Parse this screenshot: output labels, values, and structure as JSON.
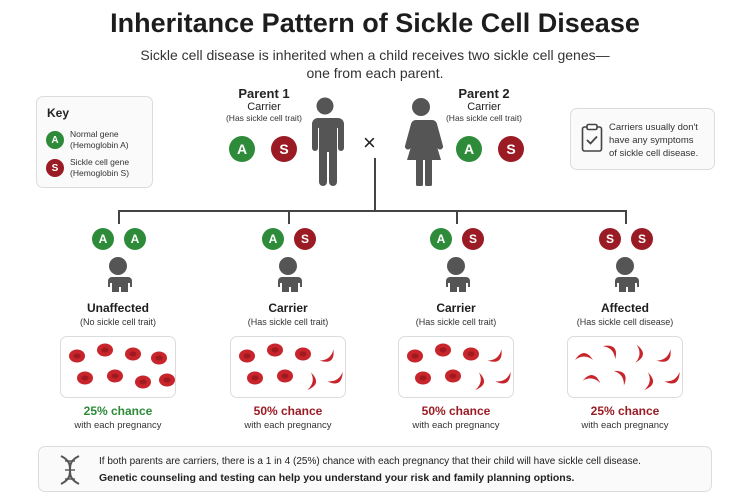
{
  "title": "Inheritance Pattern of Sickle Cell Disease",
  "subtitle_line1": "Sickle cell disease is inherited when a child receives two sickle cell genes—",
  "subtitle_line2": "one from each parent.",
  "key": {
    "title": "Key",
    "items": [
      {
        "letter": "A",
        "line1": "Normal gene",
        "line2": "(Hemoglobin A)"
      },
      {
        "letter": "S",
        "line1": "Sickle cell gene",
        "line2": "(Hemoglobin S)"
      }
    ]
  },
  "parents": [
    {
      "title": "Parent 1",
      "status": "Carrier",
      "note": "(Has sickle cell trait)",
      "genes": [
        "A",
        "S"
      ]
    },
    {
      "title": "Parent 2",
      "status": "Carrier",
      "note": "(Has sickle cell trait)",
      "genes": [
        "A",
        "S"
      ]
    }
  ],
  "cross_symbol": "×",
  "note": {
    "line1": "Carriers usually don't",
    "line2": "have any symptoms",
    "line3": "of sickle cell disease."
  },
  "children": [
    {
      "genes": [
        "A",
        "A"
      ],
      "label": "Unaffected",
      "note": "(No sickle cell trait)",
      "chance": "25% chance",
      "per": "with each pregnancy",
      "color": "#2e8b3a"
    },
    {
      "genes": [
        "A",
        "S"
      ],
      "label": "Carrier",
      "note": "(Has sickle cell trait)",
      "chance": "50% chance",
      "per": "with each pregnancy",
      "color": "#9a1b24"
    },
    {
      "genes": [
        "A",
        "S"
      ],
      "label": "Carrier",
      "note": "(Has sickle cell trait)",
      "chance": "50% chance",
      "per": "with each pregnancy",
      "color": "#9a1b24"
    },
    {
      "genes": [
        "S",
        "S"
      ],
      "label": "Affected",
      "note": "(Has sickle cell disease)",
      "chance": "25% chance",
      "per": "with each pregnancy",
      "color": "#9a1b24"
    }
  ],
  "bottom": {
    "line1": "If both parents are carriers, there is a 1 in 4 (25%) chance with each pregnancy that their child will have sickle cell disease.",
    "line2": "Genetic counseling and testing can help you understand your risk and family planning options."
  },
  "colors": {
    "normal": "#2e8b3a",
    "sickle": "#9a1b24",
    "cell": "#c8242c"
  }
}
